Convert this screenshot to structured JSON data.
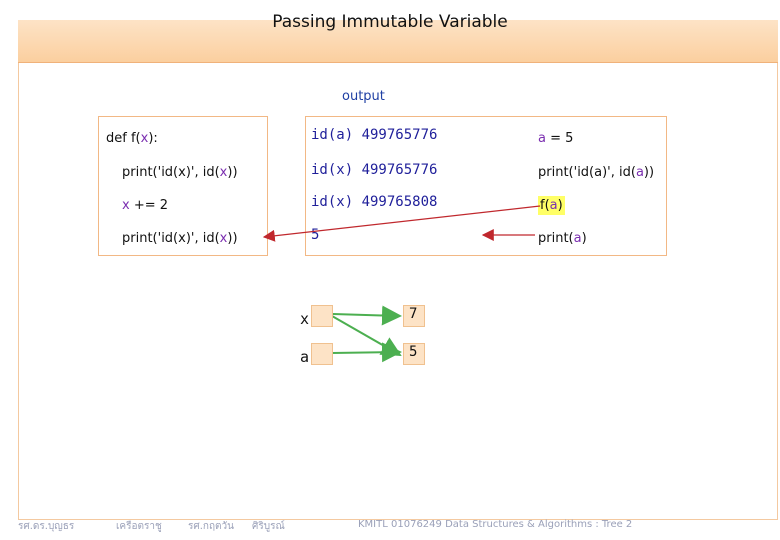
{
  "title": "Passing Immutable Variable",
  "output_label": "output",
  "left_code": {
    "line1": {
      "a": "def f(",
      "var": "x",
      "b": "):"
    },
    "line2": {
      "a": "print('id(x)', id(",
      "var": "x",
      "b": "))"
    },
    "line3": {
      "a": "",
      "var": "x",
      "b": " += 2"
    },
    "line4": {
      "a": "print('id(x)', id(",
      "var": "x",
      "b": "))"
    }
  },
  "output_lines": [
    "id(a) 499765776",
    "id(x) 499765776",
    "id(x) 499765808",
    "5"
  ],
  "right_code": {
    "line1": {
      "a": "",
      "var": "a",
      "b": " = 5"
    },
    "line2": {
      "a": "print('id(a)', id(",
      "var": "a",
      "b": "))"
    },
    "line3": {
      "a": "f(",
      "var": "a",
      "b": ")"
    },
    "line4": {
      "a": "print(",
      "var": "a",
      "b": ")"
    }
  },
  "memory": {
    "var_x": "x",
    "var_a": "a",
    "val_top": "7",
    "val_bottom": "5"
  },
  "footer": {
    "author1": "รศ.ดร.บุญธร",
    "author1b": "เครือตราชู",
    "author2": "รศ.กฤตวัน",
    "author2b": "ศิริบูรณ์",
    "course": "KMITL   01076249 Data Structures & Algorithms : Tree 2"
  },
  "colors": {
    "accent_orange": "#f2b885",
    "var_purple": "#7b2fb0",
    "output_blue": "#1f1f9a",
    "arrow_green": "#4caf50",
    "arrow_red": "#c0282d"
  }
}
